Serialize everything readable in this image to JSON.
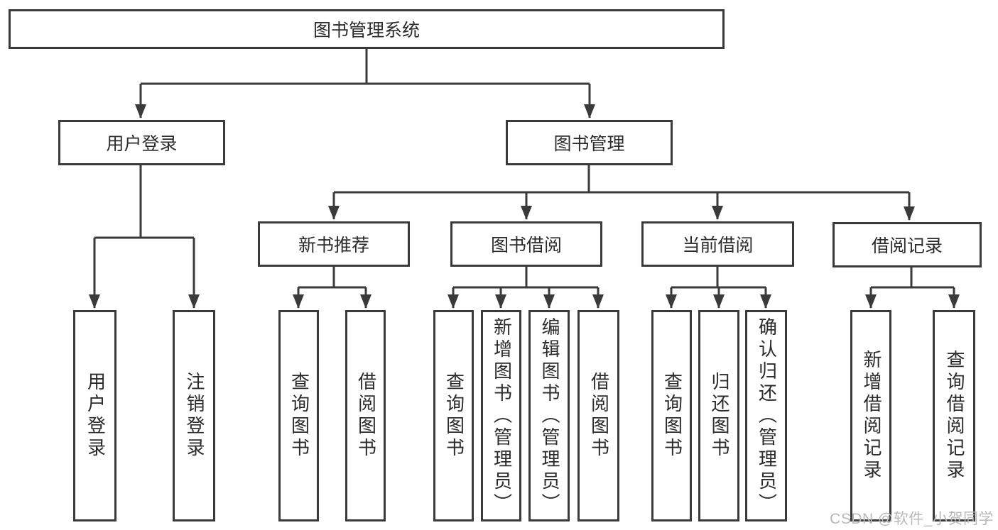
{
  "colors": {
    "line": "#3a3a3a",
    "text": "#2b2b2b",
    "watermark": "#b9b9b9",
    "background": "#ffffff"
  },
  "watermark": "CSDN @软件_小贺同学",
  "tree": {
    "label": "图书管理系统",
    "children": [
      {
        "label": "用户登录",
        "children": [
          {
            "label": "用户登录"
          },
          {
            "label": "注销登录"
          }
        ]
      },
      {
        "label": "图书管理",
        "children": [
          {
            "label": "新书推荐",
            "children": [
              {
                "label": "查询图书"
              },
              {
                "label": "借阅图书"
              }
            ]
          },
          {
            "label": "图书借阅",
            "children": [
              {
                "label": "查询图书"
              },
              {
                "label": "新增图书（管理员）"
              },
              {
                "label": "编辑图书（管理员）"
              },
              {
                "label": "借阅图书"
              }
            ]
          },
          {
            "label": "当前借阅",
            "children": [
              {
                "label": "查询图书"
              },
              {
                "label": "归还图书"
              },
              {
                "label": "确认归还（管理员）"
              }
            ]
          },
          {
            "label": "借阅记录",
            "children": [
              {
                "label": "新增借阅记录"
              },
              {
                "label": "查询借阅记录"
              }
            ]
          }
        ]
      }
    ]
  }
}
